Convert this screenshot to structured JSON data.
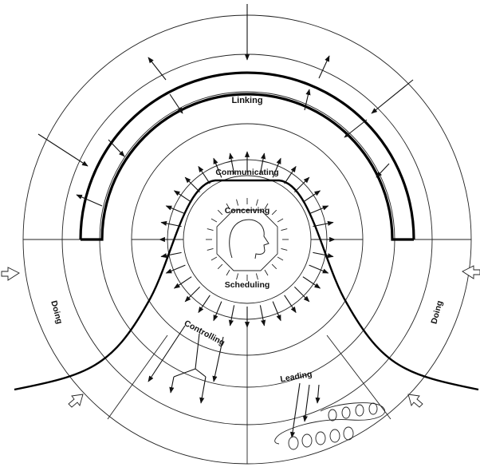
{
  "labels": {
    "linking": "Linking",
    "communicating": "Communicating",
    "conceiving": "Conceiving",
    "scheduling": "Scheduling",
    "controlling": "Controlling",
    "leading": "Leading",
    "doing_left": "Doing",
    "doing_right": "Doing"
  },
  "icons": {
    "center": "head-profile-icon",
    "people": "group-of-people-icon",
    "hollow_arrows": "hollow-arrow-icon"
  },
  "colors": {
    "line": "#111111",
    "background": "#ffffff"
  }
}
